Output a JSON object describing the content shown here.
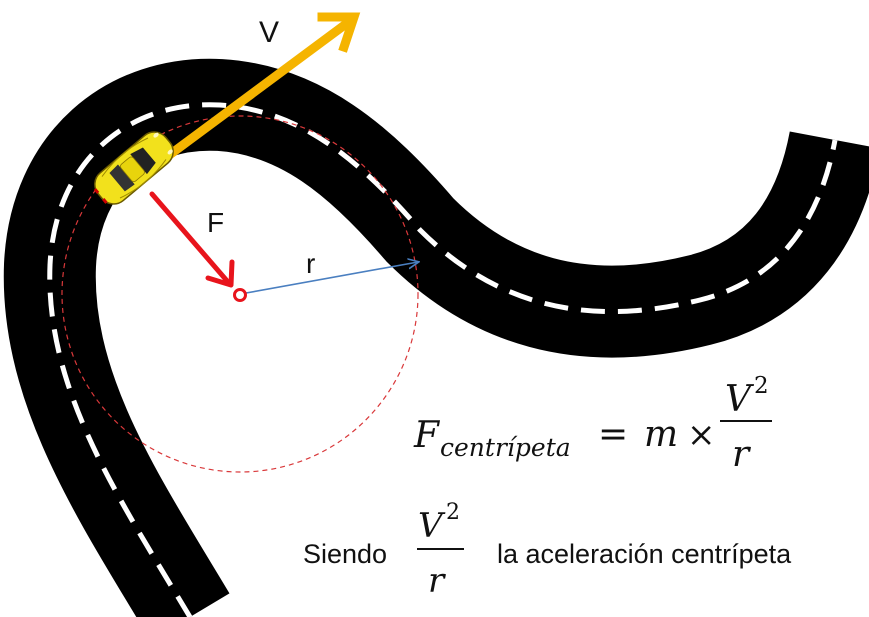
{
  "labels": {
    "velocity": "V",
    "force": "F",
    "radius": "r"
  },
  "formula": {
    "lhs_symbol": "F",
    "lhs_subscript": "centrípeta",
    "equals": "=",
    "mass": "m",
    "times": "×",
    "numerator": "V",
    "exponent": "2",
    "denominator": "r"
  },
  "caption": {
    "prefix": "Siendo",
    "numerator": "V",
    "exponent": "2",
    "denominator": "r",
    "suffix": "la aceleración centrípeta"
  },
  "colors": {
    "road": "#000000",
    "lane": "#ffffff",
    "velocity_arrow": "#f5b400",
    "force_arrow": "#e8141c",
    "radius_arrow": "#4a7fc0",
    "circle": "#d9383a",
    "car": "#f2e11c"
  },
  "icons": {
    "car": "sports-car-icon"
  }
}
